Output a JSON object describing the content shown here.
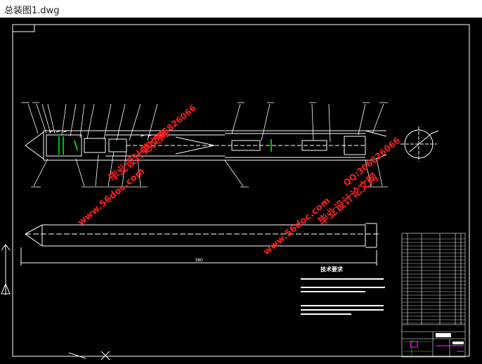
{
  "window": {
    "title": "总装图1.dwg"
  },
  "drawing": {
    "tech_heading": "技术要求",
    "length_dim": "380",
    "watermarks": {
      "site": "www.56doc.com",
      "brand": "毕业设计论文网",
      "qq": "QQ:306826066"
    }
  },
  "colors": {
    "background": "#000000",
    "lines": "#ffffff",
    "watermark": "#ff2020",
    "green_parts": "#00ff00",
    "title_block_magenta": "#ff00ff"
  }
}
